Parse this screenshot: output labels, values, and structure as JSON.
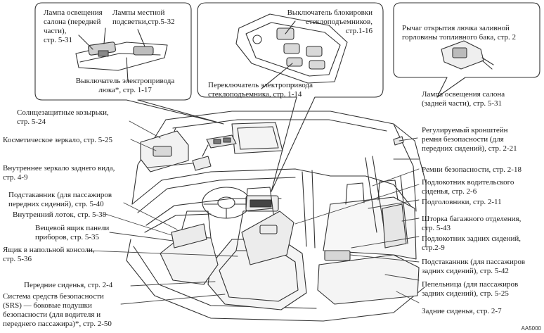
{
  "labels": {
    "front_lamp": "Лампа освещения\nсалона (передней\nчасти),\nстр. 5-31",
    "map_lamps": "Лампы местной\nподсветки,стр.5-32",
    "sunroof_switch": "Выключатель электропривода\nлюка*, стр. 1-17",
    "window_lock": "Выключатель блокировки\nстеклоподъемников,\nстр.1-16",
    "window_switch": "Переключатель электропривода\nстеклоподъемника, стр. 1-14",
    "fuel_lid": "Рычаг открытия лючка заливной\nгорловины топливного бака, стр. 2",
    "sun_visors": "Солнцезащитные козырьки,\nстр. 5-24",
    "vanity_mirror": "Косметическое зеркало, стр. 5-25",
    "rear_mirror": "Внутреннее зеркало заднего вида,\nстр. 4-9",
    "cup_front": "Подстаканник (для пассажиров\nпередних сидений), стр. 5-40",
    "inner_tray": "Внутренний лоток, стр. 5-38",
    "glove_box": "Вещевой ящик панели\nприборов, стр. 5-35",
    "console_box": "Ящик в напольной консоли,\nстр. 5-36",
    "front_seats": "Передние сиденья, стр. 2-4",
    "srs": "Система средств безопасности\n(SRS) — боковые подушки\nбезопасности (для водителя и\nпереднего пассажира)*, стр. 2-50",
    "rear_lamp": "Лампа освещения салона\n(задней части), стр. 5-31",
    "belt_anchor": "Регулируемый кронштейн\nремня безопасности (для\nпередних сидений), стр. 2-21",
    "seat_belts": "Ремни безопасности, стр. 2-18",
    "driver_armrest": "Подлокотник водительского\nсиденья, стр. 2-6",
    "headrests": "Подголовники, стр. 2-11",
    "cargo_cover": "Шторка багажного отделения,\nстр. 5-43",
    "rear_armrest": "Подлокотник задних сидений,\nстр.2-9",
    "cup_rear": "Подстаканник (для пассажиров\nзадних сидений), стр. 5-42",
    "ashtray": "Пепельница (для пассажиров\nзадних сидений), стр. 5-25",
    "rear_seats": "Задние сиденья, стр. 2-7"
  },
  "figure_code": "AA5000"
}
